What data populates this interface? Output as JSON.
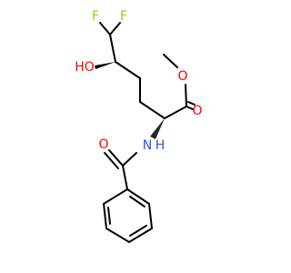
{
  "molecule": {
    "atoms": {
      "f1": "F",
      "f2": "F",
      "ho": "HO",
      "o_ester_single": "O",
      "o_ester_double": "O",
      "nh_n": "N",
      "nh_h": "H",
      "o_amide": "O"
    },
    "colors": {
      "bond": "#000000",
      "fluorine": "#8fd400",
      "oxygen": "#ff0000",
      "nitrogen": "#3050f8"
    }
  }
}
